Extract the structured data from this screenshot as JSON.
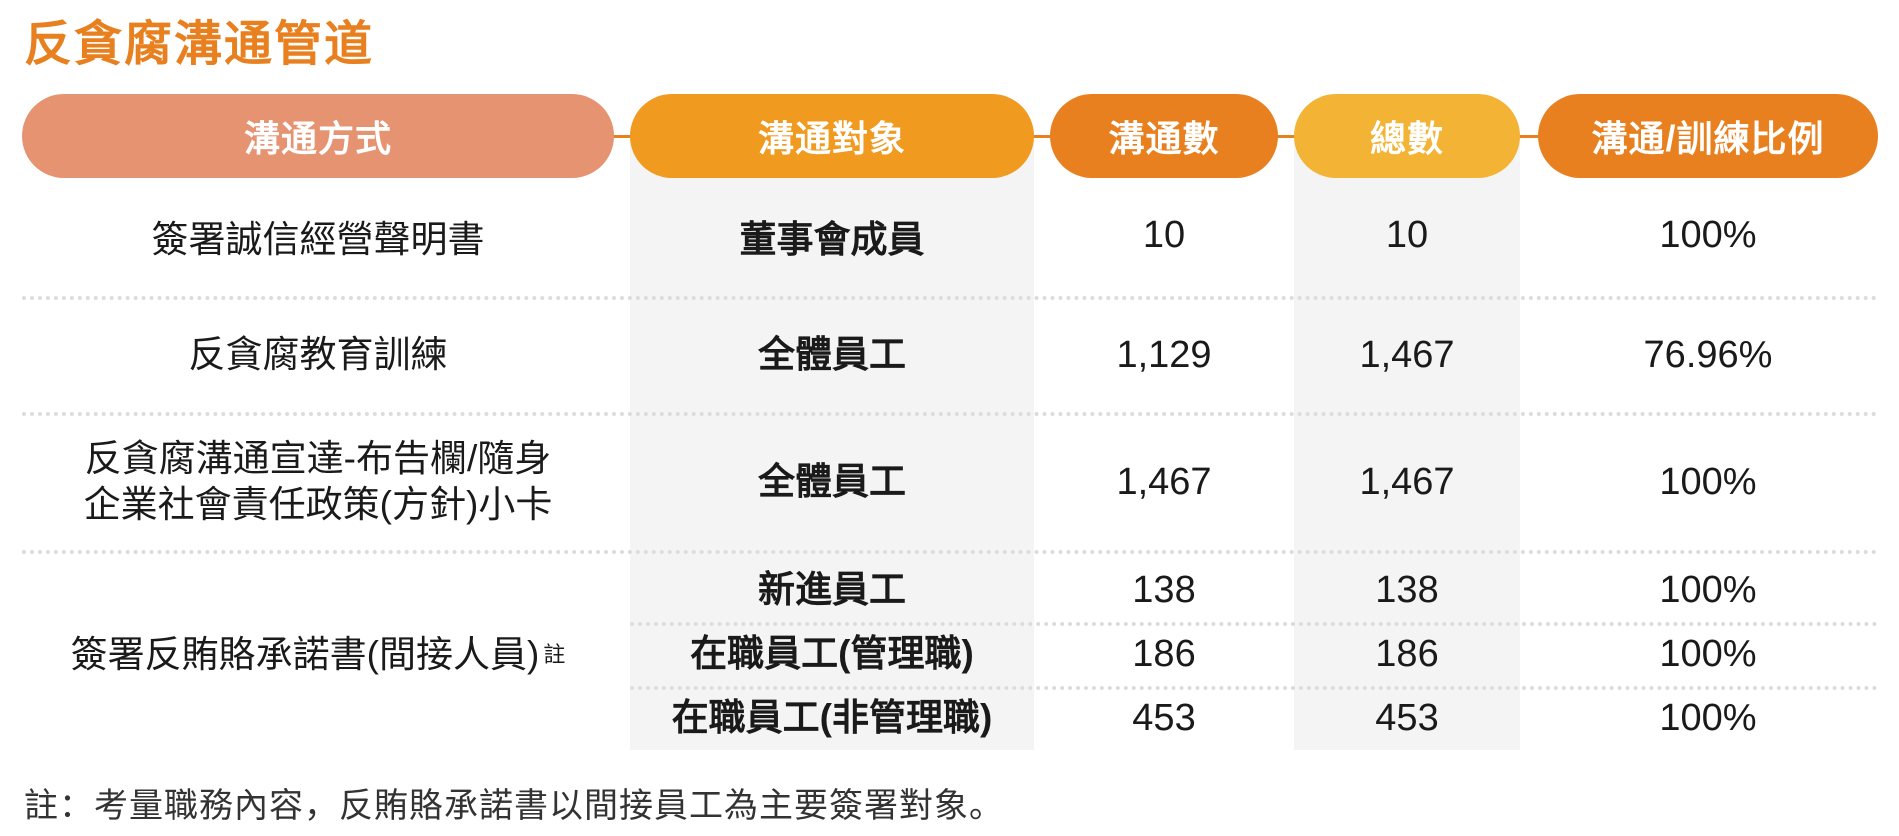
{
  "title": "反貪腐溝通管道",
  "colors": {
    "title": "#e8801f",
    "col1": "#e69372",
    "col2": "#f09a1f",
    "col3": "#e8801f",
    "col4": "#f3b334",
    "col5": "#e8801f",
    "shaded_column": "#f4f4f4"
  },
  "headers": [
    "溝通方式",
    "溝通對象",
    "溝通數",
    "總數",
    "溝通/訓練比例"
  ],
  "rows": [
    {
      "method": "簽署誠信經營聲明書",
      "target": "董事會成員",
      "count": "10",
      "total": "10",
      "ratio": "100%"
    },
    {
      "method": "反貪腐教育訓練",
      "target": "全體員工",
      "count": "1,129",
      "total": "1,467",
      "ratio": "76.96%"
    },
    {
      "method_line1": "反貪腐溝通宣達-布告欄/隨身",
      "method_line2": "企業社會責任政策(方針)小卡",
      "target": "全體員工",
      "count": "1,467",
      "total": "1,467",
      "ratio": "100%"
    },
    {
      "method": "簽署反賄賂承諾書(間接人員)",
      "note_mark": "註",
      "subrows": [
        {
          "target": "新進員工",
          "count": "138",
          "total": "138",
          "ratio": "100%"
        },
        {
          "target": "在職員工(管理職)",
          "count": "186",
          "total": "186",
          "ratio": "100%"
        },
        {
          "target": "在職員工(非管理職)",
          "count": "453",
          "total": "453",
          "ratio": "100%"
        }
      ]
    }
  ],
  "footnote": "註：考量職務內容，反賄賂承諾書以間接員工為主要簽署對象。"
}
